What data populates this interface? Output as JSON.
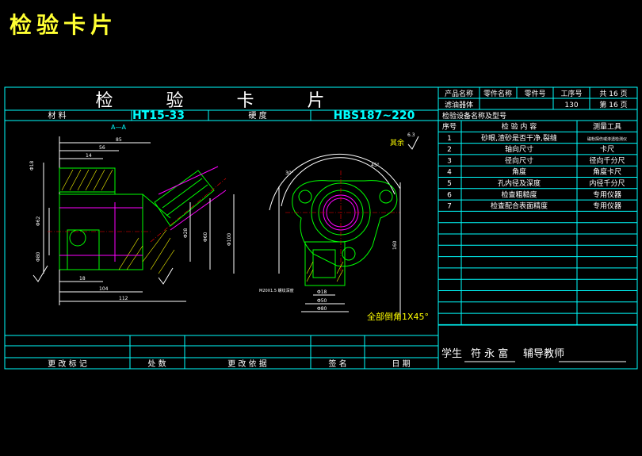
{
  "page_title": "检验卡片",
  "card": {
    "heading": "检 验 卡 片",
    "material_label": "材 料",
    "material_value": "HT15-33",
    "hardness_label": "硬 度",
    "hardness_value": "HBS187~220"
  },
  "header_right": {
    "product_name_label": "产品名称",
    "part_name_label": "零件名称",
    "part_no_label": "零件号",
    "process_no_label": "工序号",
    "total_pages": "共 16 页",
    "part_name_value": "滤油器体",
    "process_no_value": "130",
    "page_no": "第 16 页",
    "equipment_label": "检验设备名称及型号"
  },
  "inspection_table": {
    "headers": [
      "序号",
      "检 验 内 容",
      "测量工具"
    ],
    "rows": [
      [
        "1",
        "砂眼,渣砂是否干净,裂缝",
        "磁粉探伤或渗透检测仪"
      ],
      [
        "2",
        "轴向尺寸",
        "卡尺"
      ],
      [
        "3",
        "径向尺寸",
        "径向千分尺"
      ],
      [
        "4",
        "角度",
        "角度卡尺"
      ],
      [
        "5",
        "孔内径及深度",
        "内径千分尺"
      ],
      [
        "6",
        "检查粗糙度",
        "专用仪器"
      ],
      [
        "7",
        "检查配合表面精度",
        "专用仪器"
      ]
    ]
  },
  "drawing": {
    "section_label": "A—A",
    "remaining_label": "其余",
    "roughness_value": "6.3",
    "chamfer_note": "全部倒角1X45°",
    "angle_45": "45°",
    "angle_30": "30°",
    "left_top_dims": [
      "85",
      "56",
      "14"
    ],
    "left_bottom_dims": [
      "18",
      "104",
      "112"
    ],
    "left_side_dims": [
      "Φ18",
      "Φ62",
      "Φ80"
    ],
    "right_side_dims": [
      "Φ28",
      "Φ60",
      "Φ100"
    ],
    "right_dims": [
      "Φ18",
      "Φ50",
      "Φ80",
      "160"
    ],
    "thread_note": "M20X1.5 螺纹深度"
  },
  "footer": {
    "labels": [
      "更 改 标 记",
      "处 数",
      "更 改 依 据",
      "签 名",
      "日 期"
    ],
    "student_label": "学生",
    "student_name": "符 永 富",
    "advisor_label": "辅导教师"
  }
}
